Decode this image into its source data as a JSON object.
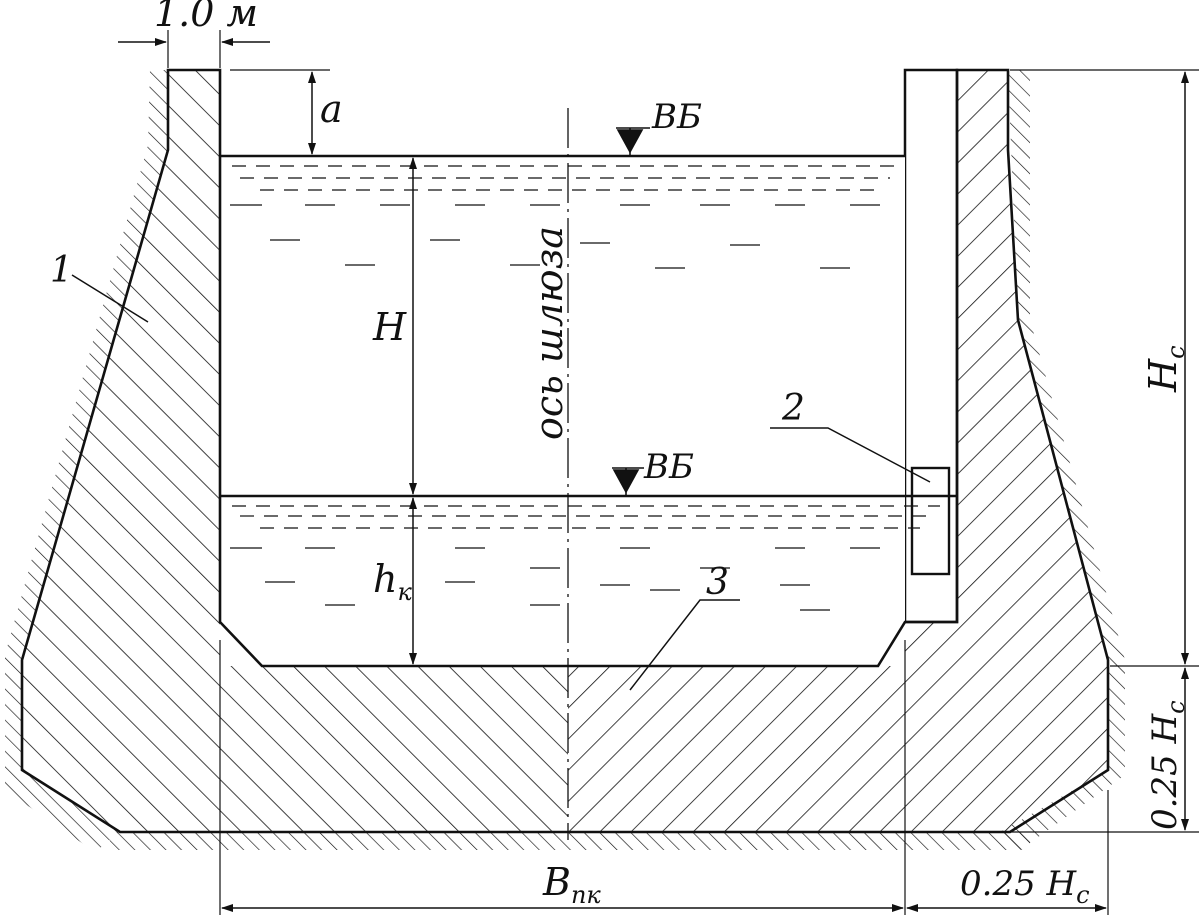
{
  "labels": {
    "top_width": "1.0 м",
    "freeboard": "a",
    "upper_level": "ВБ",
    "lower_level": "ВБ",
    "head": "H",
    "depth_main": "h",
    "depth_sub": "к",
    "axis": "ось шлюза",
    "wall_height_main": "H",
    "wall_height_sub": "с",
    "bottom_thickness_main": "0.25 H",
    "bottom_thickness_sub": "c",
    "chamber_width_main": "B",
    "chamber_width_sub": "пк",
    "offset_main": "0.25 H",
    "offset_sub": "c"
  },
  "callouts": {
    "wall": "1",
    "gate": "2",
    "floor": "3"
  },
  "colors": {
    "ink": "#111111",
    "background": "#ffffff"
  }
}
